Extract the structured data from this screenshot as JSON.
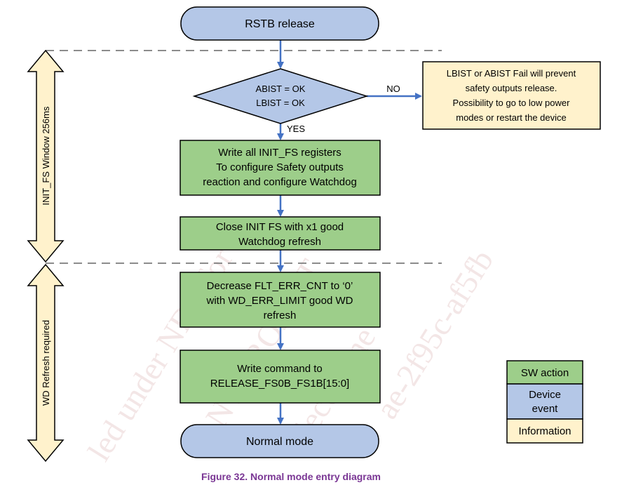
{
  "nodes": {
    "start": "RSTB release",
    "decision_line1": "ABIST = OK",
    "decision_line2": "LBIST = OK",
    "branch_no": "NO",
    "branch_yes": "YES",
    "info_line1": "LBIST or ABIST Fail will prevent",
    "info_line2": "safety outputs release.",
    "info_line3": "Possibility to go to low power",
    "info_line4": "modes or restart the device",
    "step1_line1": "Write all INIT_FS registers",
    "step1_line2": "To configure Safety outputs",
    "step1_line3": "reaction and configure Watchdog",
    "step2_line1": "Close INIT FS with x1 good",
    "step2_line2": "Watchdog refresh",
    "step3_line1": "Decrease FLT_ERR_CNT to ‘0’",
    "step3_line2": "with WD_ERR_LIMIT good WD",
    "step3_line3": "refresh",
    "step4_line1": "Write command to",
    "step4_line2": "RELEASE_FS0B_FS1B[15:0]",
    "end": "Normal mode"
  },
  "windows": {
    "init_fs": "INIT_FS Window 256ms",
    "wd_refresh": "WD Refresh required"
  },
  "legend": {
    "sw_action": "SW action",
    "device_event_line1": "Device",
    "device_event_line2": "event",
    "information": "Information"
  },
  "caption": "Figure 32. Normal mode entry diagram",
  "colors": {
    "sw_action": "#9dce8a",
    "device_event": "#b4c7e7",
    "information": "#fff2cc",
    "arrow": "#4472c4",
    "caption": "#7a3694"
  }
}
